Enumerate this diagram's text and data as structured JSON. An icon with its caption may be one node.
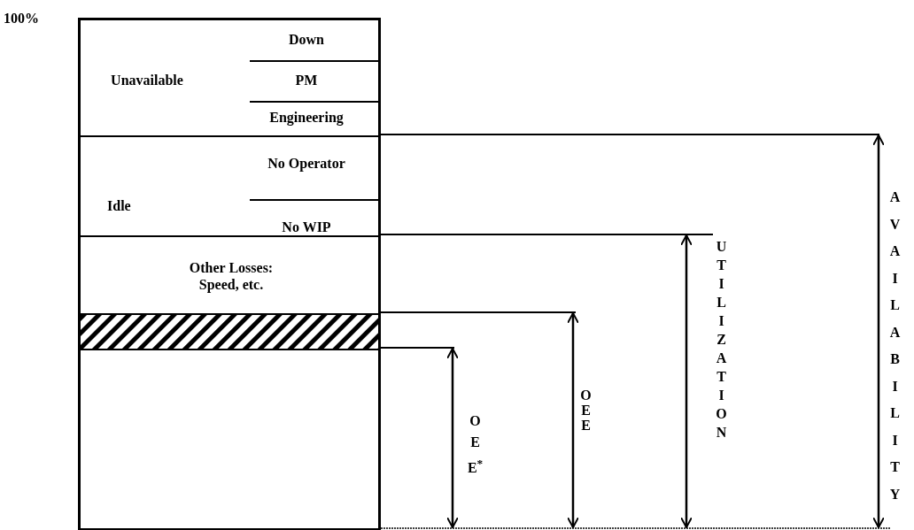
{
  "diagram": {
    "nodes": [
      {
        "text": [],
        "shape": "box"
      },
      {
        "text": [
          "Unavailable",
          "Down",
          "PM",
          "Engineering"
        ],
        "in": 0
      },
      {
        "text": [
          "Idle",
          "No Operator",
          "No WIP"
        ],
        "in": 0
      },
      {
        "text": [
          "Other Losses: Speed, etc."
        ],
        "in": 0
      },
      {
        "text": [],
        "shape": "bar",
        "in": 0
      }
    ],
    "edges": [],
    "labels": [
      "100%",
      "AVAILABILITY",
      "UTILIZATION",
      "OEE",
      "OEE$^{*}$"
    ]
  }
}
